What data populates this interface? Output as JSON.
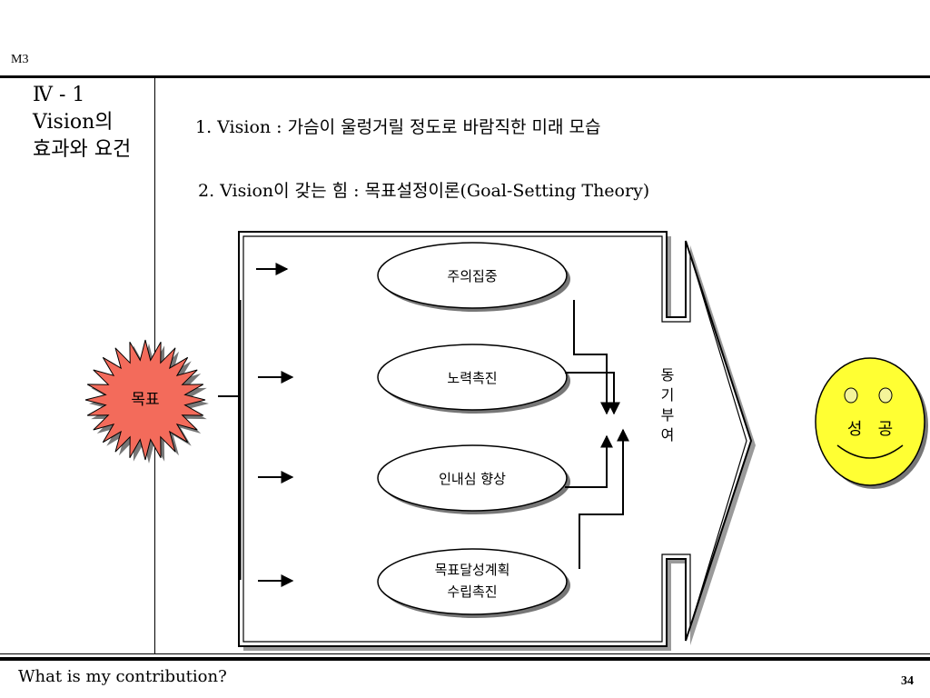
{
  "header": {
    "slide_tag": "M3"
  },
  "sidebar": {
    "title_lines": [
      "Ⅳ - 1",
      "Vision의",
      "효과와 요건"
    ]
  },
  "main": {
    "line1": "1. Vision : 가슴이 울렁거릴 정도로 바람직한 미래 모습",
    "line2": "2. Vision이 갖는 힘 : 목표설정이론(Goal-Setting Theory)"
  },
  "diagram": {
    "goal_label": "목표",
    "goal_color": "#f36b5b",
    "ovals": [
      {
        "lines": [
          "주의집중"
        ]
      },
      {
        "lines": [
          "노력촉진"
        ]
      },
      {
        "lines": [
          "인내심 향상"
        ]
      },
      {
        "lines": [
          "목표달성계획",
          "수립촉진"
        ]
      }
    ],
    "motivation_chars": [
      "동",
      "기",
      "부",
      "여"
    ],
    "success_label": "성   공",
    "success_color": "#ffff33"
  },
  "footer": {
    "question": "What is my contribution?",
    "page_number": "34"
  }
}
